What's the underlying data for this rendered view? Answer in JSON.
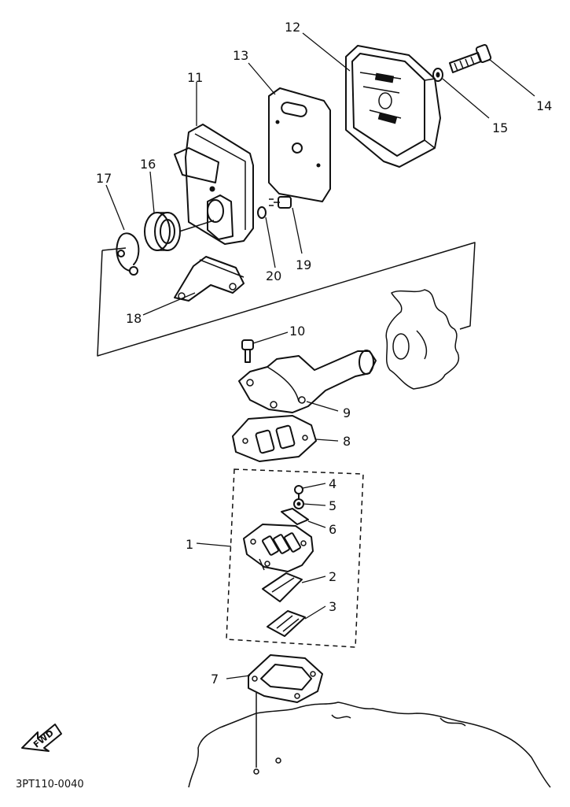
{
  "callouts": {
    "c1": "1",
    "c2": "2",
    "c3": "3",
    "c4": "4",
    "c5": "5",
    "c6": "6",
    "c7": "7",
    "c8": "8",
    "c9": "9",
    "c10": "10",
    "c11": "11",
    "c12": "12",
    "c13": "13",
    "c14": "14",
    "c15": "15",
    "c16": "16",
    "c17": "17",
    "c18": "18",
    "c19": "19",
    "c20": "20"
  },
  "arrow_label": "FWD",
  "drawing_code": "3PT110-0040"
}
